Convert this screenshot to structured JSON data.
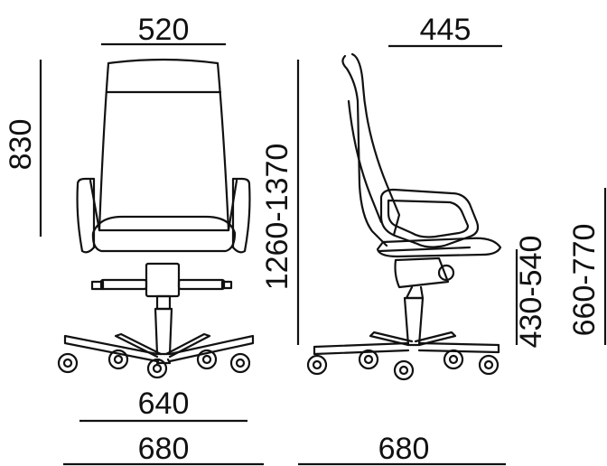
{
  "dimensions": {
    "back_width": "520",
    "seat_depth": "445",
    "back_height": "830",
    "total_height": "1260-1370",
    "seat_height": "430-540",
    "armrest_height": "660-770",
    "armrest_span": "640",
    "base_width_front": "680",
    "base_width_side": "680"
  },
  "colors": {
    "line": "#111111",
    "background": "#ffffff"
  }
}
